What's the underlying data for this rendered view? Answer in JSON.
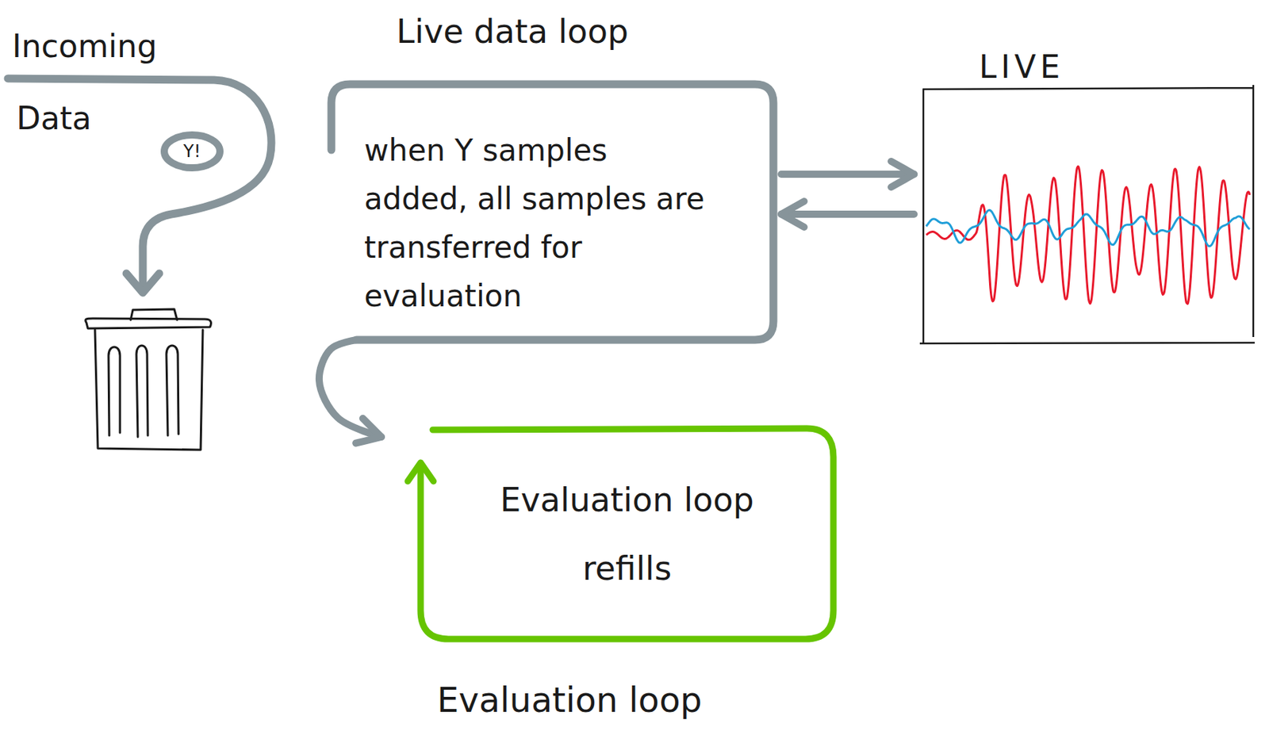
{
  "diagram": {
    "nodes": [
      {
        "text": [
          "Y!"
        ]
      },
      {
        "text": [
          "Live data loop",
          "when Y samples added, all samples are transferred for evaluation"
        ]
      },
      {
        "text": [
          "LIVE"
        ]
      },
      {
        "text": [
          "Evaluation loop refills",
          "Evaluation loop"
        ]
      }
    ],
    "edges": [
      {
        "from": 1,
        "to": 2,
        "arrow": "to"
      },
      {
        "from": 2,
        "to": 1,
        "arrow": "to"
      },
      {
        "from": 1,
        "to": 3,
        "arrow": "to"
      }
    ],
    "labels": [
      "Incoming",
      "Data"
    ]
  }
}
